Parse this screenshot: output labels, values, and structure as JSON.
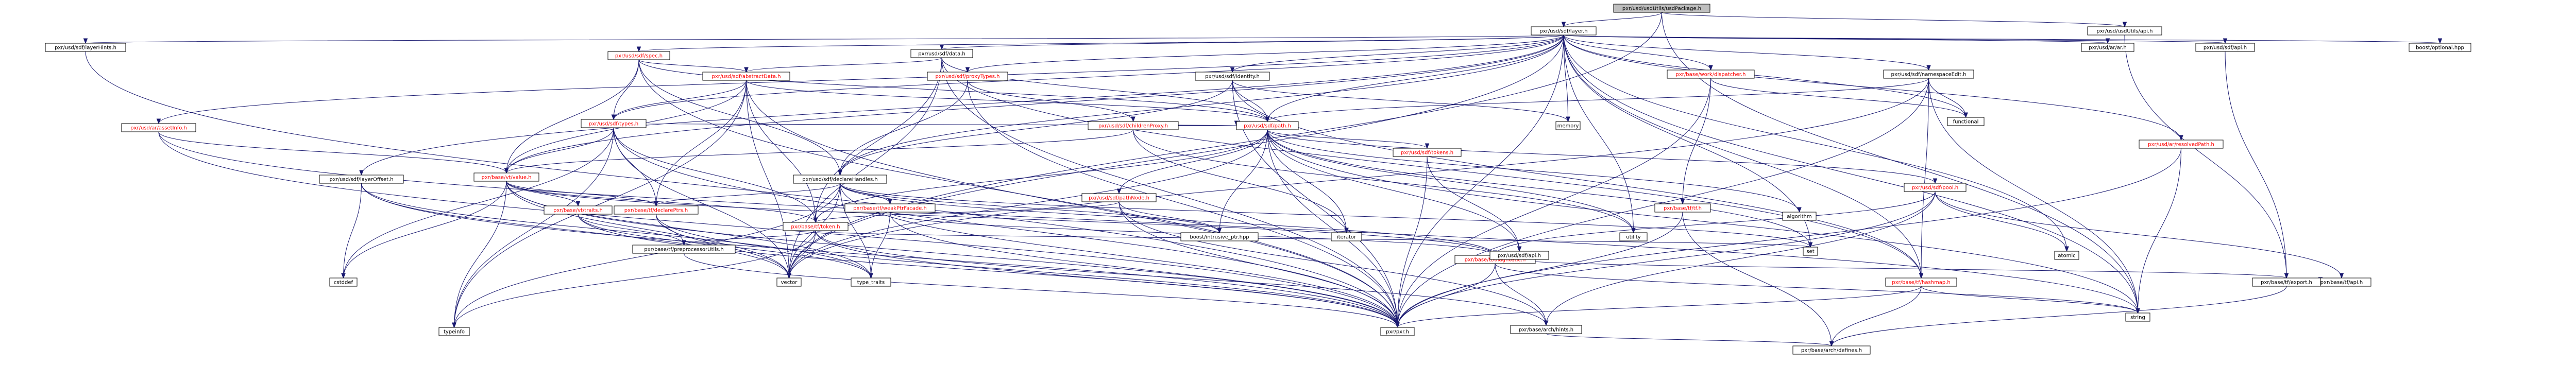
{
  "graph": {
    "root": "pxr/usd/usdUtils/usdPackage.h",
    "colors": {
      "edge": "#191970",
      "node_border": "#000000",
      "node_fill": "#ffffff",
      "root_fill": "#bfbfbf",
      "link_text": "#000000",
      "truncated_text": "#ff0000"
    },
    "nodes": [
      {
        "id": "root",
        "label": "pxr/usd/usdUtils/usdPackage.h",
        "root": true
      },
      {
        "id": "layer",
        "label": "pxr/usd/sdf/layer.h"
      },
      {
        "id": "api",
        "label": "pxr/usd/usdUtils/api.h"
      },
      {
        "id": "layerHints",
        "label": "pxr/usd/sdf/layerHints.h"
      },
      {
        "id": "sdfApi",
        "label": "pxr/usd/sdf/api.h"
      },
      {
        "id": "data",
        "label": "pxr/usd/sdf/data.h"
      },
      {
        "id": "spec",
        "label": "pxr/usd/sdf/spec.h",
        "truncated": true
      },
      {
        "id": "abstractData",
        "label": "pxr/usd/sdf/abstractData.h",
        "truncated": true
      },
      {
        "id": "identity",
        "label": "pxr/usd/sdf/identity.h"
      },
      {
        "id": "proxyTypes",
        "label": "pxr/usd/sdf/proxyTypes.h",
        "truncated": true
      },
      {
        "id": "dispatcher",
        "label": "pxr/base/work/dispatcher.h",
        "truncated": true
      },
      {
        "id": "namespaceEdit",
        "label": "pxr/usd/sdf/namespaceEdit.h"
      },
      {
        "id": "layerOffset",
        "label": "pxr/usd/sdf/layerOffset.h"
      },
      {
        "id": "assetInfo",
        "label": "pxr/usd/ar/assetInfo.h",
        "truncated": true
      },
      {
        "id": "ar",
        "label": "pxr/usd/ar/ar.h"
      },
      {
        "id": "resolvedPath",
        "label": "pxr/usd/ar/resolvedPath.h",
        "truncated": true
      },
      {
        "id": "sdfTypes",
        "label": "pxr/usd/sdf/types.h",
        "truncated": true
      },
      {
        "id": "childrenProxy",
        "label": "pxr/usd/sdf/childrenProxy.h",
        "truncated": true
      },
      {
        "id": "sdfPath",
        "label": "pxr/usd/sdf/path.h",
        "truncated": true
      },
      {
        "id": "declareHandles",
        "label": "pxr/usd/sdf/declareHandles.h"
      },
      {
        "id": "vtValue",
        "label": "pxr/base/vt/value.h",
        "truncated": true
      },
      {
        "id": "traits",
        "label": "pxr/base/vt/traits.h",
        "truncated": true
      },
      {
        "id": "declarePtrs",
        "label": "pxr/base/tf/declarePtrs.h",
        "truncated": true
      },
      {
        "id": "weakPtrFacade",
        "label": "pxr/base/tf/weakPtrFacade.h",
        "truncated": true
      },
      {
        "id": "pathNode",
        "label": "pxr/usd/sdf/pathNode.h",
        "truncated": true
      },
      {
        "id": "tfToken",
        "label": "pxr/base/tf/token.h",
        "truncated": true
      },
      {
        "id": "tokens",
        "label": "pxr/usd/sdf/tokens.h",
        "truncated": true
      },
      {
        "id": "tfTf",
        "label": "pxr/base/tf/tf.h",
        "truncated": true
      },
      {
        "id": "pool",
        "label": "pxr/usd/sdf/pool.h",
        "truncated": true
      },
      {
        "id": "diagnostic",
        "label": "pxr/base/tf/diagnostic.h",
        "truncated": true
      },
      {
        "id": "hashmap",
        "label": "pxr/base/tf/hashmap.h",
        "truncated": true
      },
      {
        "id": "tfApi",
        "label": "pxr/base/tf/api.h"
      },
      {
        "id": "pxr",
        "label": "pxr/pxr.h"
      },
      {
        "id": "sdfApi2",
        "label": "pxr/usd/sdf/api.h"
      },
      {
        "id": "tfExport",
        "label": "pxr/base/tf/export.h"
      },
      {
        "id": "preprocessor",
        "label": "pxr/base/tf/preprocessorUtils.h"
      },
      {
        "id": "hints",
        "label": "pxr/base/arch/hints.h"
      },
      {
        "id": "defines",
        "label": "pxr/base/arch/defines.h"
      },
      {
        "id": "typeinfo",
        "label": "typeinfo"
      },
      {
        "id": "cstddef",
        "label": "cstddef"
      },
      {
        "id": "vector",
        "label": "vector"
      },
      {
        "id": "set",
        "label": "set"
      },
      {
        "id": "string",
        "label": "string"
      },
      {
        "id": "memory",
        "label": "memory"
      },
      {
        "id": "functional",
        "label": "functional"
      },
      {
        "id": "utility",
        "label": "utility"
      },
      {
        "id": "iterator",
        "label": "iterator"
      },
      {
        "id": "algorithm",
        "label": "algorithm"
      },
      {
        "id": "atomic",
        "label": "atomic"
      },
      {
        "id": "typeTraits",
        "label": "type_traits"
      },
      {
        "id": "optional",
        "label": "boost/optional.hpp"
      },
      {
        "id": "intrusivePtr",
        "label": "boost/intrusive_ptr.hpp"
      }
    ]
  }
}
